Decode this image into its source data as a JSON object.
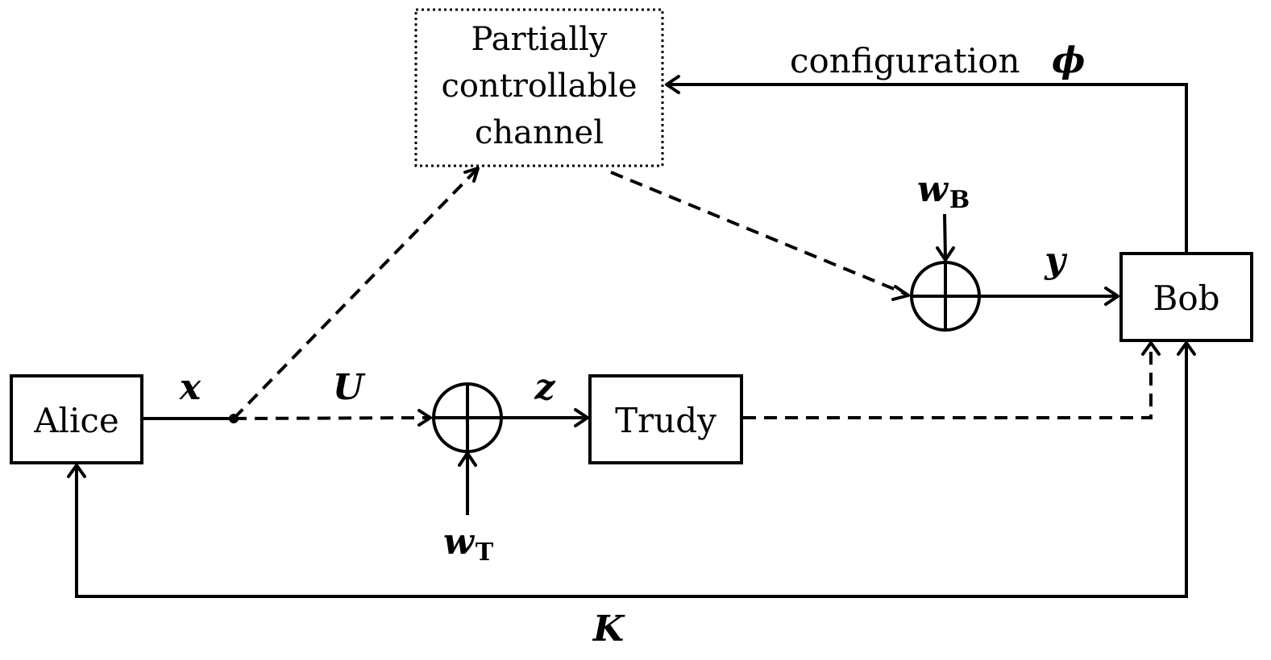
{
  "nodes": {
    "alice": "Alice",
    "trudy": "Trudy",
    "bob": "Bob",
    "channel": [
      "Partially",
      "controllable",
      "channel"
    ]
  },
  "signals": {
    "x": "x",
    "u": "U",
    "z": "z",
    "y": "y",
    "k": "K",
    "w": "w",
    "w_t_sub": "T",
    "w_b_sub": "B",
    "configuration": "configuration",
    "phi": "ϕ"
  }
}
